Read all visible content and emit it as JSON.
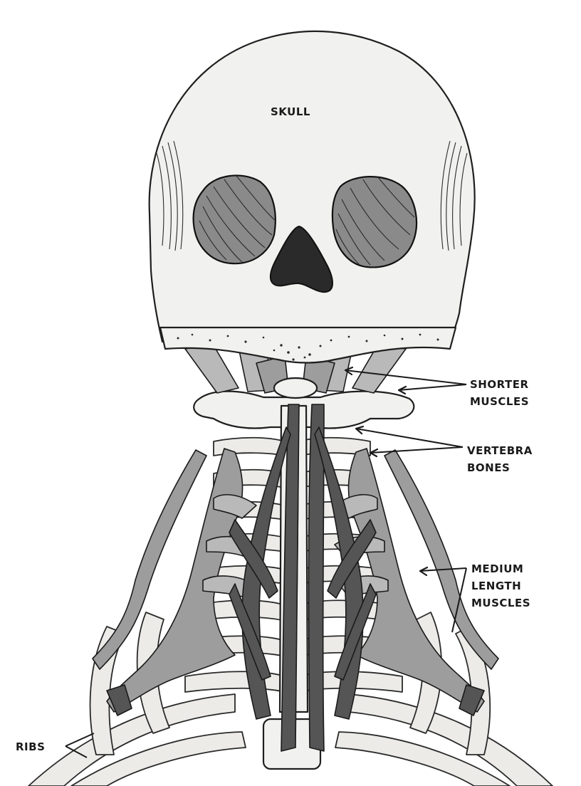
{
  "labels": {
    "skull": "SKULL",
    "shorter_muscles": [
      "SHORTER",
      "MUSCLES"
    ],
    "vertebra_bones": [
      "VERTEBRA",
      "BONES"
    ],
    "medium_length_muscles": [
      "MEDIUM",
      "LENGTH",
      "MUSCLES"
    ],
    "ribs": "RIBS"
  }
}
